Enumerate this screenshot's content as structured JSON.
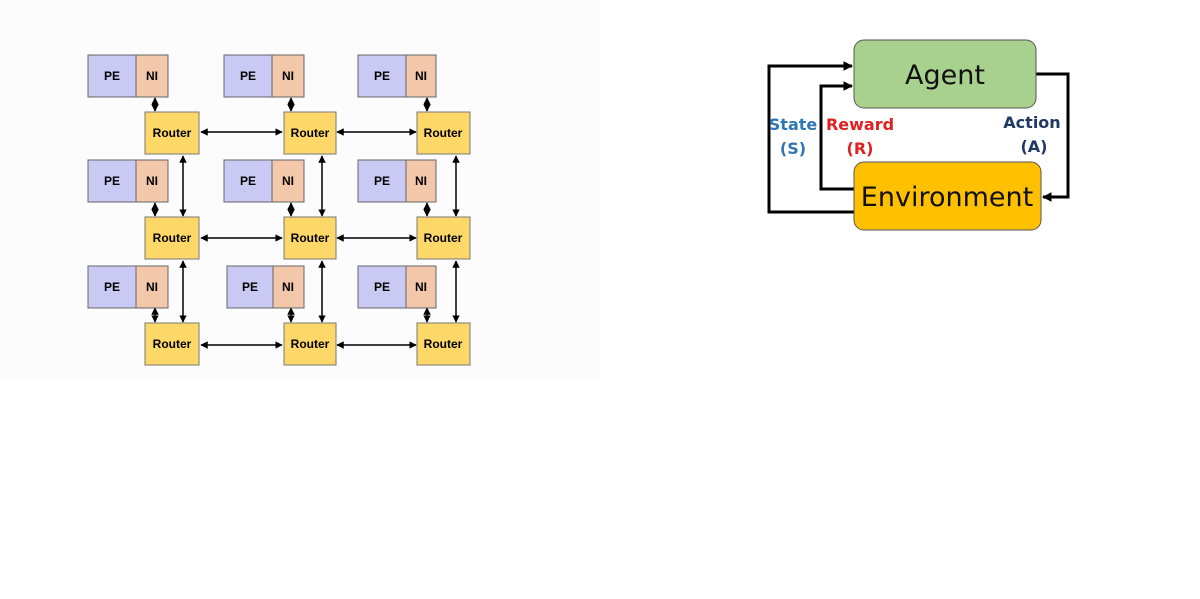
{
  "noc": {
    "pe_label": "PE",
    "ni_label": "NI",
    "router_label": "Router",
    "colors": {
      "pe": "#c9c9f3",
      "ni": "#f2c7aa",
      "router": "#fdd868",
      "border": "#666666"
    }
  },
  "rl": {
    "agent_label": "Agent",
    "environment_label": "Environment",
    "state_label": "State",
    "state_symbol": "(S)",
    "reward_label": "Reward",
    "reward_symbol": "(R)",
    "action_label": "Action",
    "action_symbol": "(A)",
    "colors": {
      "agent": "#a9d18e",
      "environment": "#ffc000",
      "state": "#2e75b6",
      "reward": "#e02020",
      "action": "#1f3864"
    }
  }
}
